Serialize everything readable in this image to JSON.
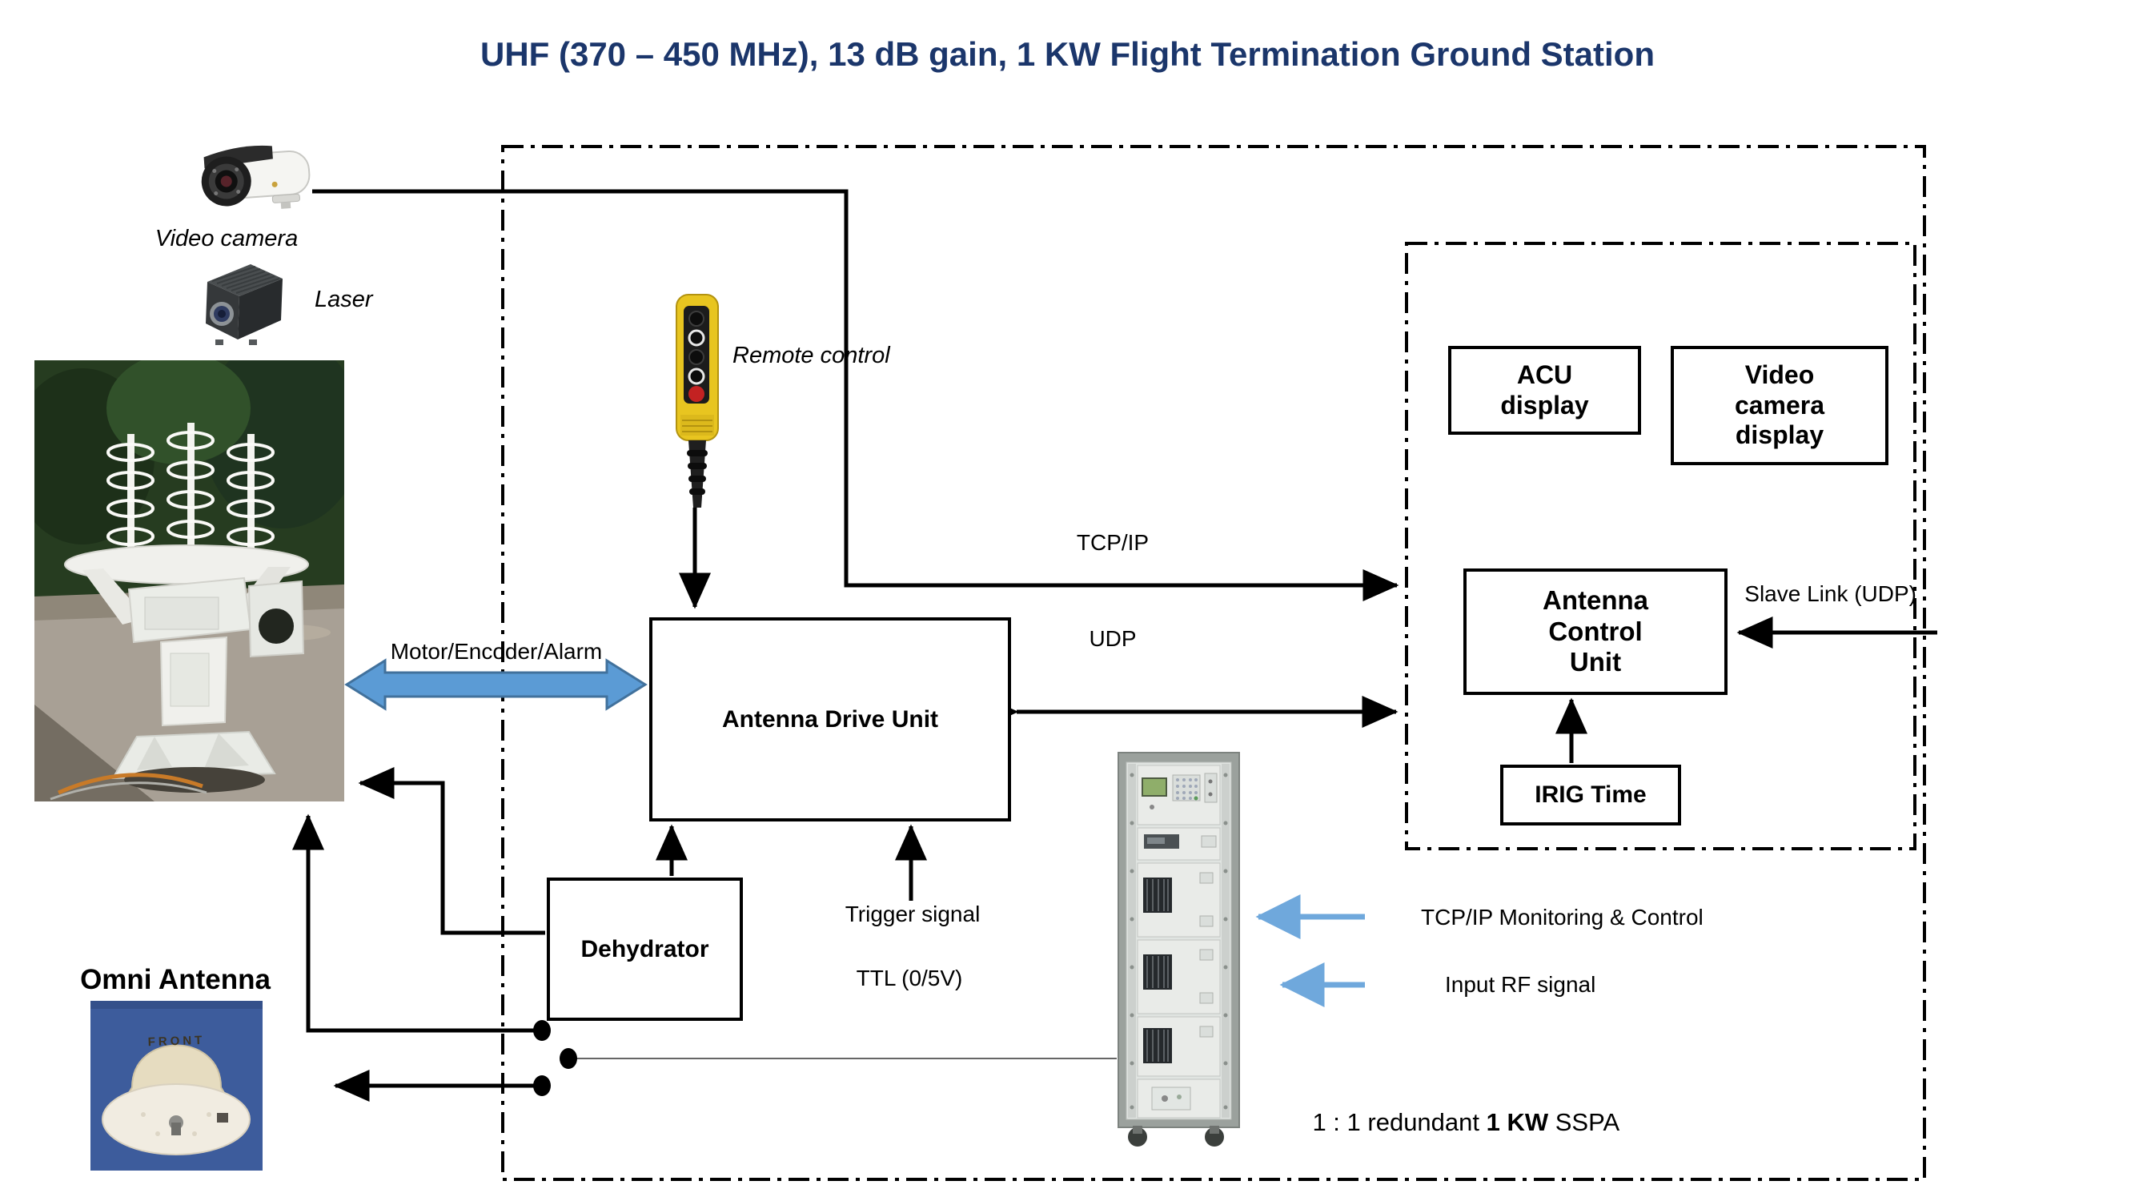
{
  "title": "UHF (370 – 450 MHz), 13 dB gain, 1 KW Flight Termination Ground Station",
  "colors": {
    "title_navy": "#1B366B",
    "block_arrow_fill": "#5B9BD5",
    "block_arrow_border": "#41719C",
    "thin_arrow_blue": "#6FA8DC",
    "line_black": "#000000"
  },
  "photos": {
    "video_camera_label": "Video camera",
    "laser_label": "Laser",
    "remote_control_label": "Remote control",
    "omni_antenna_label": "Omni Antenna",
    "omni_front_marking": "FRONT"
  },
  "boxes": {
    "acu_display": "ACU\ndisplay",
    "video_camera_display": "Video\ncamera\ndisplay",
    "antenna_control_unit": "Antenna\nControl\nUnit",
    "irig_time": "IRIG Time",
    "antenna_drive_unit": "Antenna Drive Unit",
    "dehydrator": "Dehydrator"
  },
  "labels": {
    "tcp_ip": "TCP/IP",
    "udp": "UDP",
    "slave_link": "Slave Link (UDP)",
    "motor_encoder_alarm": "Motor/Encoder/Alarm",
    "trigger_signal": "Trigger signal",
    "ttl": "TTL (0/5V)",
    "tcpip_monitoring": "TCP/IP Monitoring & Control",
    "input_rf": "Input RF signal",
    "sspa_prefix": "1 : 1 redundant ",
    "sspa_bold": "1 KW",
    "sspa_suffix": " SSPA"
  }
}
